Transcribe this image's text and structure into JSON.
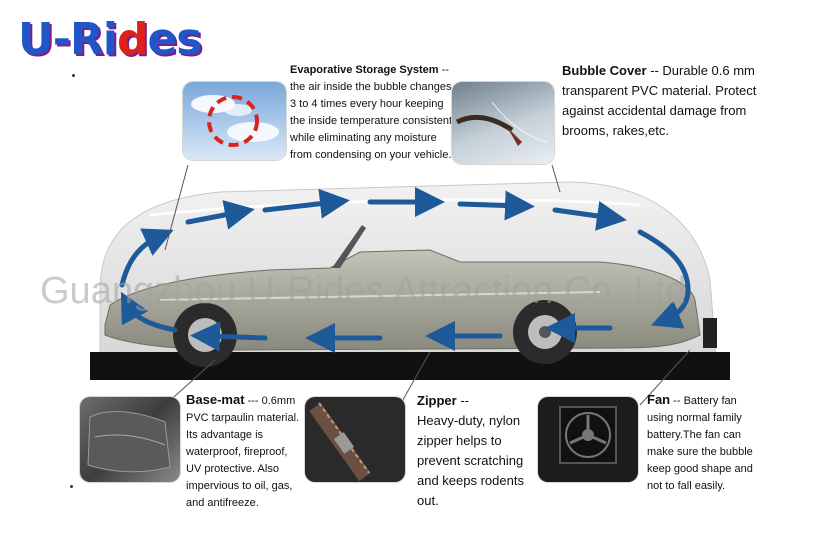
{
  "brand": {
    "logo_prefix": "U-Ri",
    "logo_d": "d",
    "logo_suffix": "es"
  },
  "watermark": "Guangzhou U-Rides Attraction Co.,Ltd",
  "storage": {
    "title": "Evaporative Storage System",
    "dash": " --",
    "lines": [
      "the air inside the bubble changes",
      "3 to 4 times every hour keeping",
      "the inside temperature consistent",
      "while eliminating any moisture",
      "from condensing on your vehicle."
    ]
  },
  "cover": {
    "title": "Bubble Cover",
    "lines": [
      " -- Durable 0.6 mm",
      "transparent PVC material. Protect",
      "against accidental damage from",
      "brooms, rakes,etc."
    ]
  },
  "basemat": {
    "title": "Base-mat",
    "lines": [
      " --- 0.6mm",
      "PVC tarpaulin material.",
      "Its advantage is",
      "waterproof, fireproof,",
      "UV protective. Also",
      "impervious to oil, gas,",
      "and antifreeze."
    ]
  },
  "zipper": {
    "title": "Zipper",
    "lines": [
      " --",
      "Heavy-duty, nylon",
      "zipper helps to",
      "prevent scratching",
      "and keeps rodents",
      "out."
    ]
  },
  "fan": {
    "title": "Fan",
    "lines": [
      " -- Battery fan",
      "using normal family",
      "battery.The fan can",
      "make sure the bubble",
      "keep good shape and",
      "not to fall easily."
    ]
  },
  "colors": {
    "arrow": "#1e5a9a",
    "logo_blue": "#1f56c8",
    "logo_red": "#e0201d",
    "car": "#a7a69a",
    "mat": "#111111"
  }
}
